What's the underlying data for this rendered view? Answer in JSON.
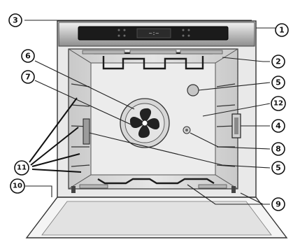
{
  "diagram": {
    "display_text": "~:~",
    "callouts": [
      {
        "id": "control-panel",
        "label": "1"
      },
      {
        "id": "shelf-support-top",
        "label": "2"
      },
      {
        "id": "top-panel",
        "label": "3"
      },
      {
        "id": "door-switch",
        "label": "4"
      },
      {
        "id": "oven-light",
        "label": "5"
      },
      {
        "id": "fan-cover",
        "label": "6"
      },
      {
        "id": "fan",
        "label": "7"
      },
      {
        "id": "rear-element",
        "label": "8"
      },
      {
        "id": "bottom-element",
        "label": "9"
      },
      {
        "id": "door",
        "label": "10"
      },
      {
        "id": "shelf-rails",
        "label": "11"
      },
      {
        "id": "cavity",
        "label": "12"
      },
      {
        "id": "side-light",
        "label": "5"
      }
    ]
  }
}
